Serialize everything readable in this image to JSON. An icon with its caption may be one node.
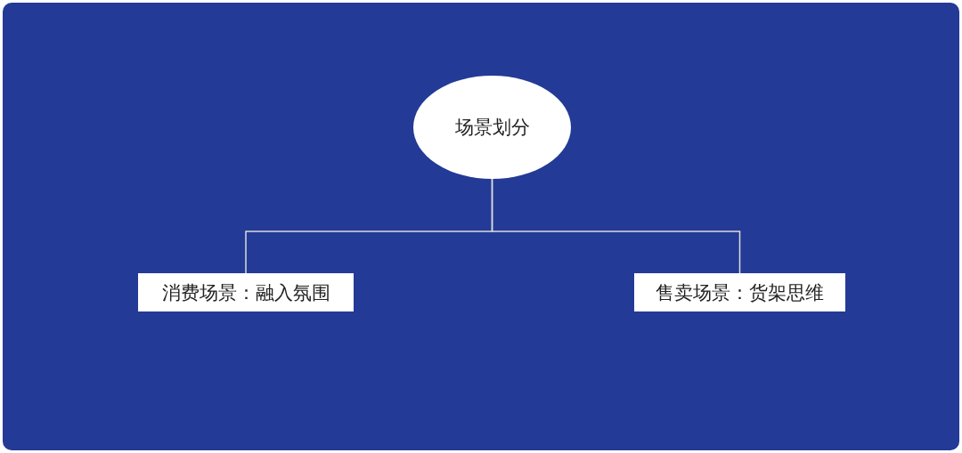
{
  "diagram": {
    "nodes": [
      {
        "text": [
          "场景划分"
        ]
      },
      {
        "text": [
          "消费场景：融入氛围"
        ]
      },
      {
        "text": [
          "售卖场景：货架思维"
        ]
      }
    ],
    "edges": [
      {
        "from": 0,
        "to": 1,
        "arrow": "none"
      },
      {
        "from": 0,
        "to": 2,
        "arrow": "none"
      }
    ]
  }
}
